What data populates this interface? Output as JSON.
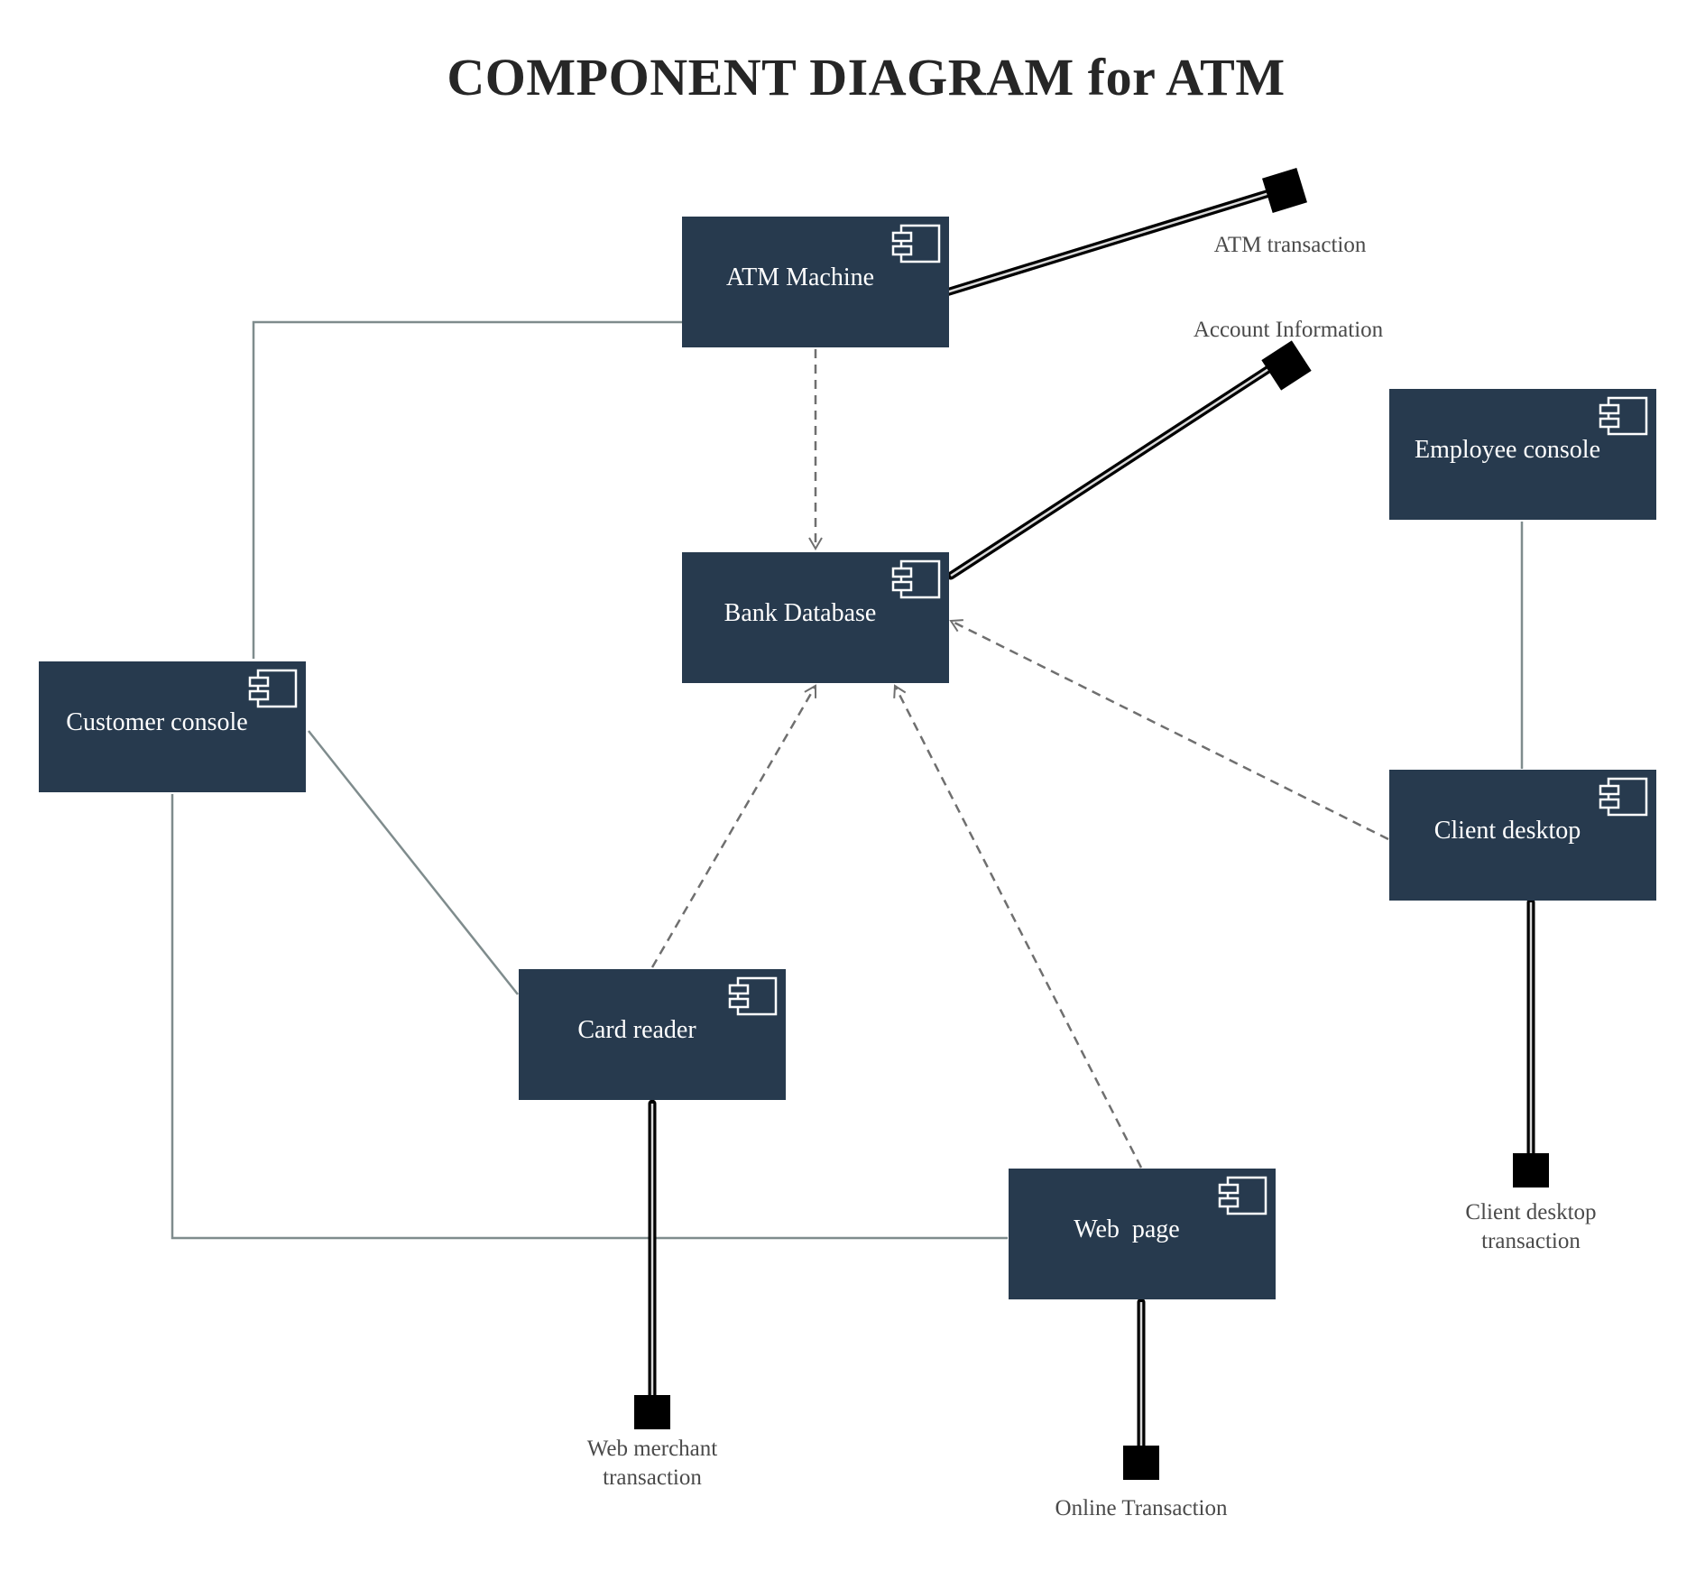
{
  "title": "COMPONENT DIAGRAM for ATM",
  "colors": {
    "component_fill": "#273a4e",
    "component_text": "#ffffff",
    "connector": "#7f8c8d",
    "dependency": "#6f6f6f",
    "interface": "#000000",
    "label_text": "#4a4a4a",
    "title_text": "#262626"
  },
  "component_icon": "uml-component-icon",
  "components": {
    "atm_machine": "ATM  Machine",
    "bank_database": "Bank Database",
    "customer_console": "Customer console",
    "employee_console": "Employee console",
    "client_desktop": "Client desktop",
    "card_reader": "Card reader",
    "web_page": "Web  page"
  },
  "interfaces": {
    "atm_transaction": "ATM transaction",
    "account_information": "Account Information",
    "client_desktop_transaction": {
      "line1": "Client desktop",
      "line2": "transaction"
    },
    "web_merchant_transaction": {
      "line1": "Web merchant",
      "line2": "transaction"
    },
    "online_transaction": "Online Transaction"
  },
  "relationships": [
    {
      "type": "association",
      "from": "ATM  Machine",
      "to": "Customer console"
    },
    {
      "type": "association",
      "from": "Customer console",
      "to": "Card reader"
    },
    {
      "type": "association",
      "from": "Customer console",
      "to": "Web  page"
    },
    {
      "type": "association",
      "from": "Employee console",
      "to": "Client desktop"
    },
    {
      "type": "dependency",
      "from": "ATM  Machine",
      "to": "Bank Database"
    },
    {
      "type": "dependency",
      "from": "Card reader",
      "to": "Bank Database"
    },
    {
      "type": "dependency",
      "from": "Web  page",
      "to": "Bank Database"
    },
    {
      "type": "dependency",
      "from": "Client desktop",
      "to": "Bank Database"
    },
    {
      "type": "provided-interface",
      "from": "ATM  Machine",
      "to": "ATM transaction"
    },
    {
      "type": "provided-interface",
      "from": "Bank Database",
      "to": "Account Information"
    },
    {
      "type": "provided-interface",
      "from": "Client desktop",
      "to": "Client desktop transaction"
    },
    {
      "type": "provided-interface",
      "from": "Card reader",
      "to": "Web merchant transaction"
    },
    {
      "type": "provided-interface",
      "from": "Web  page",
      "to": "Online Transaction"
    }
  ]
}
